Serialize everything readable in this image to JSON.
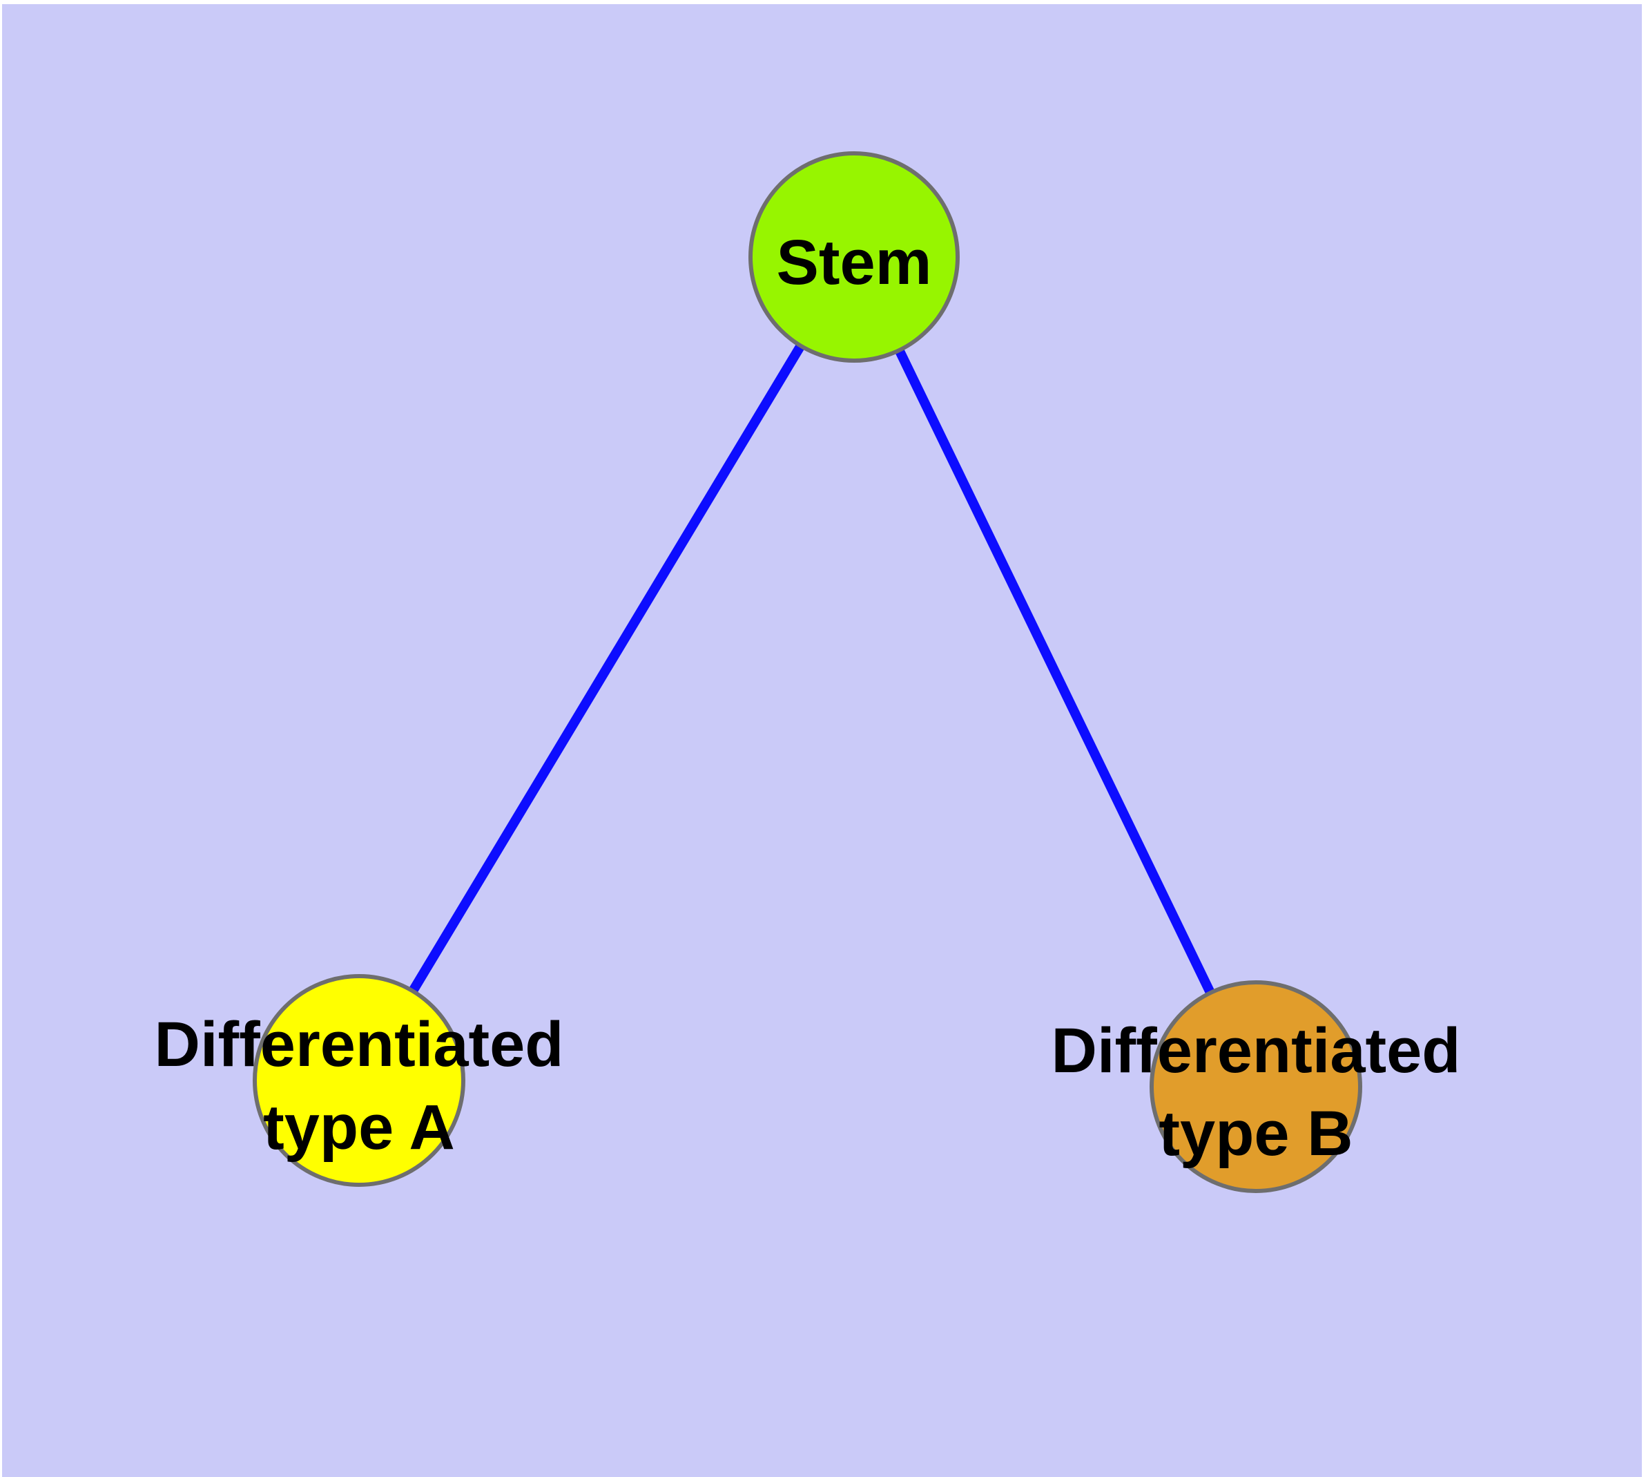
{
  "figure": {
    "background_color": "#ffffff",
    "plot_background_color": "#cacaf8"
  },
  "graph": {
    "nodes": [
      {
        "id": "stem",
        "label": "Stem",
        "lines": [
          "Stem"
        ],
        "fill": "#97f500",
        "stroke": "#6e6e6e",
        "text_color": "#000000"
      },
      {
        "id": "differentiated-type-a",
        "label": "Differentiated type A",
        "lines": [
          "Differentiated",
          "type A"
        ],
        "fill": "#ffff00",
        "stroke": "#6e6e6e",
        "text_color": "#000000"
      },
      {
        "id": "differentiated-type-b",
        "label": "Differentiated type B",
        "lines": [
          "Differentiated",
          "type B"
        ],
        "fill": "#e19d2b",
        "stroke": "#6e6e6e",
        "text_color": "#000000"
      }
    ],
    "edges": [
      {
        "from": "stem",
        "to": "differentiated-type-a",
        "color": "#0d0dff"
      },
      {
        "from": "stem",
        "to": "differentiated-type-b",
        "color": "#0d0dff"
      }
    ]
  }
}
